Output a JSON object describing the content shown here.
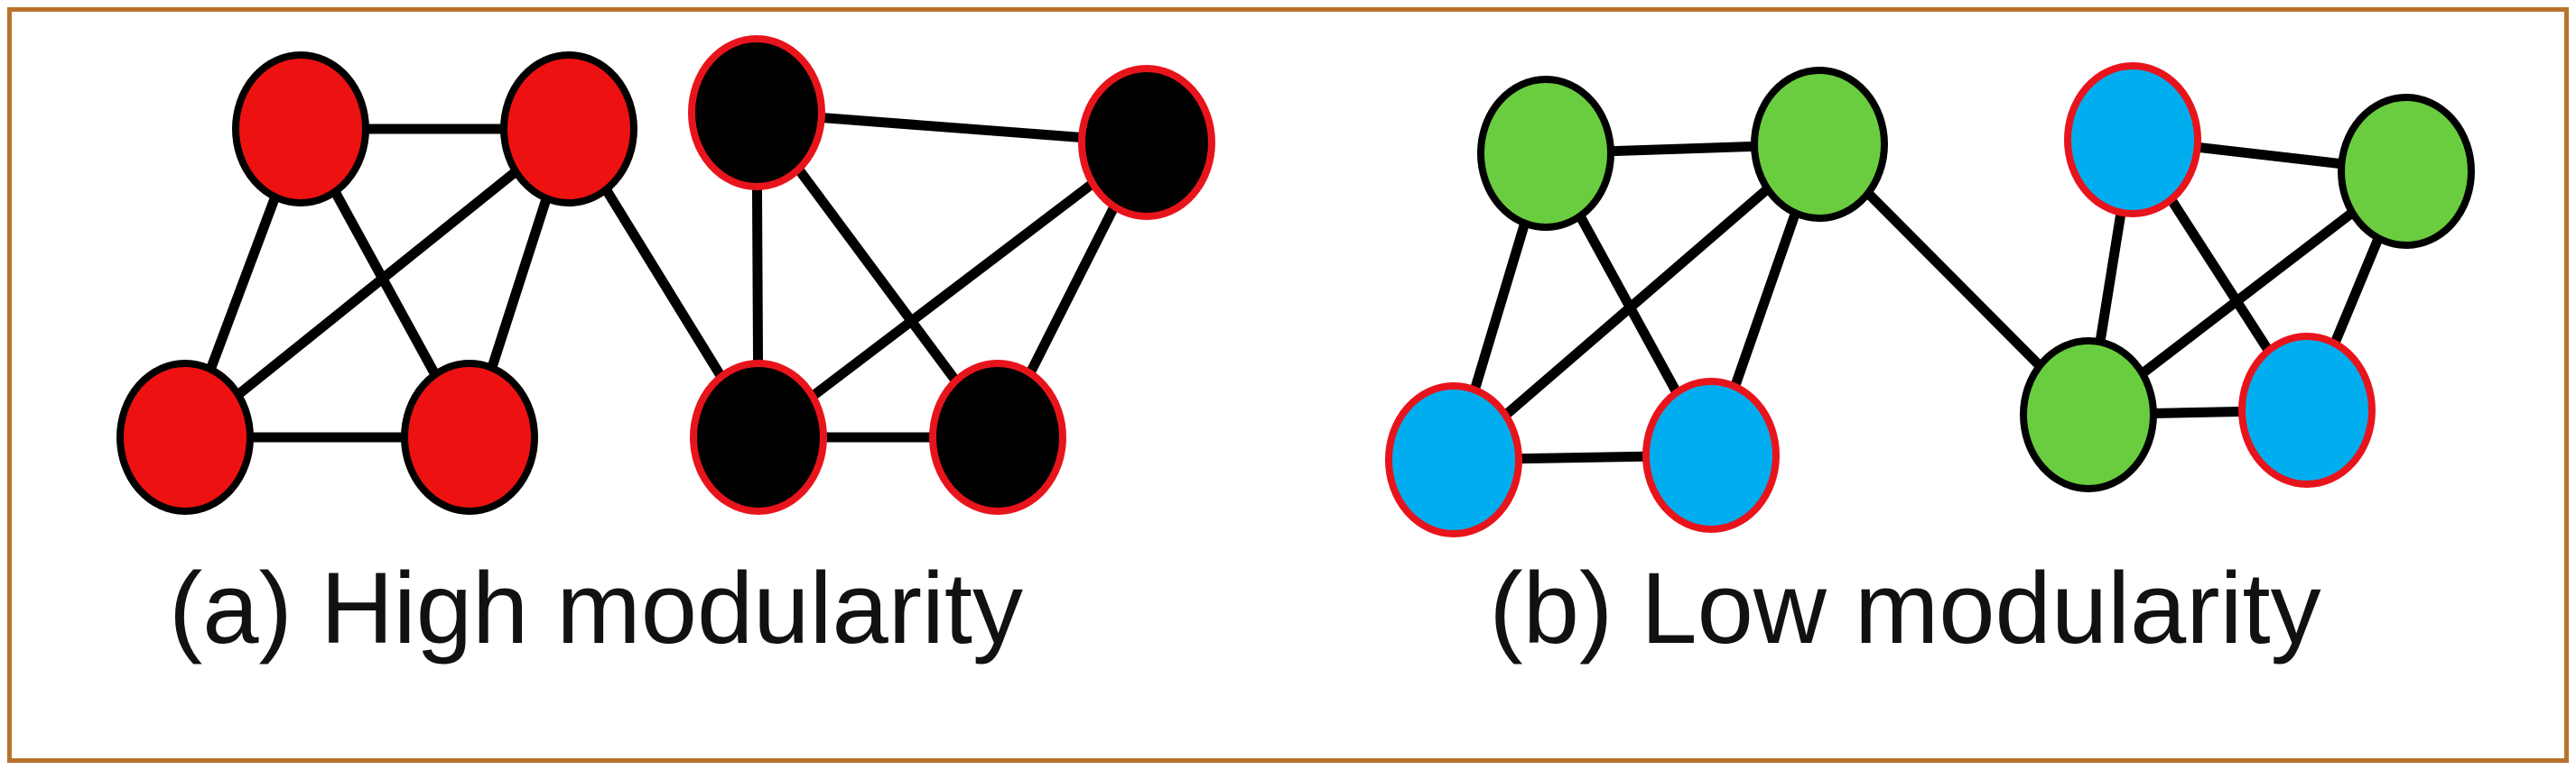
{
  "colors": {
    "frame_border": "#b8722c",
    "edge": "#000000",
    "node_stroke_default": "#000000",
    "node_stroke_highlight": "#e8141c",
    "red": "#ee1111",
    "black": "#000000",
    "green": "#6acd3f",
    "blue": "#00aeef"
  },
  "panel_a": {
    "caption": "(a) High modularity",
    "node_colors": [
      "red",
      "red",
      "red",
      "red",
      "black",
      "black",
      "black",
      "black"
    ],
    "node_highlight": [
      false,
      false,
      false,
      false,
      true,
      true,
      true,
      true
    ]
  },
  "panel_b": {
    "caption": "(b) Low modularity",
    "node_colors": [
      "green",
      "green",
      "blue",
      "blue",
      "blue",
      "green",
      "green",
      "blue"
    ],
    "node_highlight": [
      false,
      false,
      true,
      true,
      true,
      false,
      false,
      true
    ]
  }
}
